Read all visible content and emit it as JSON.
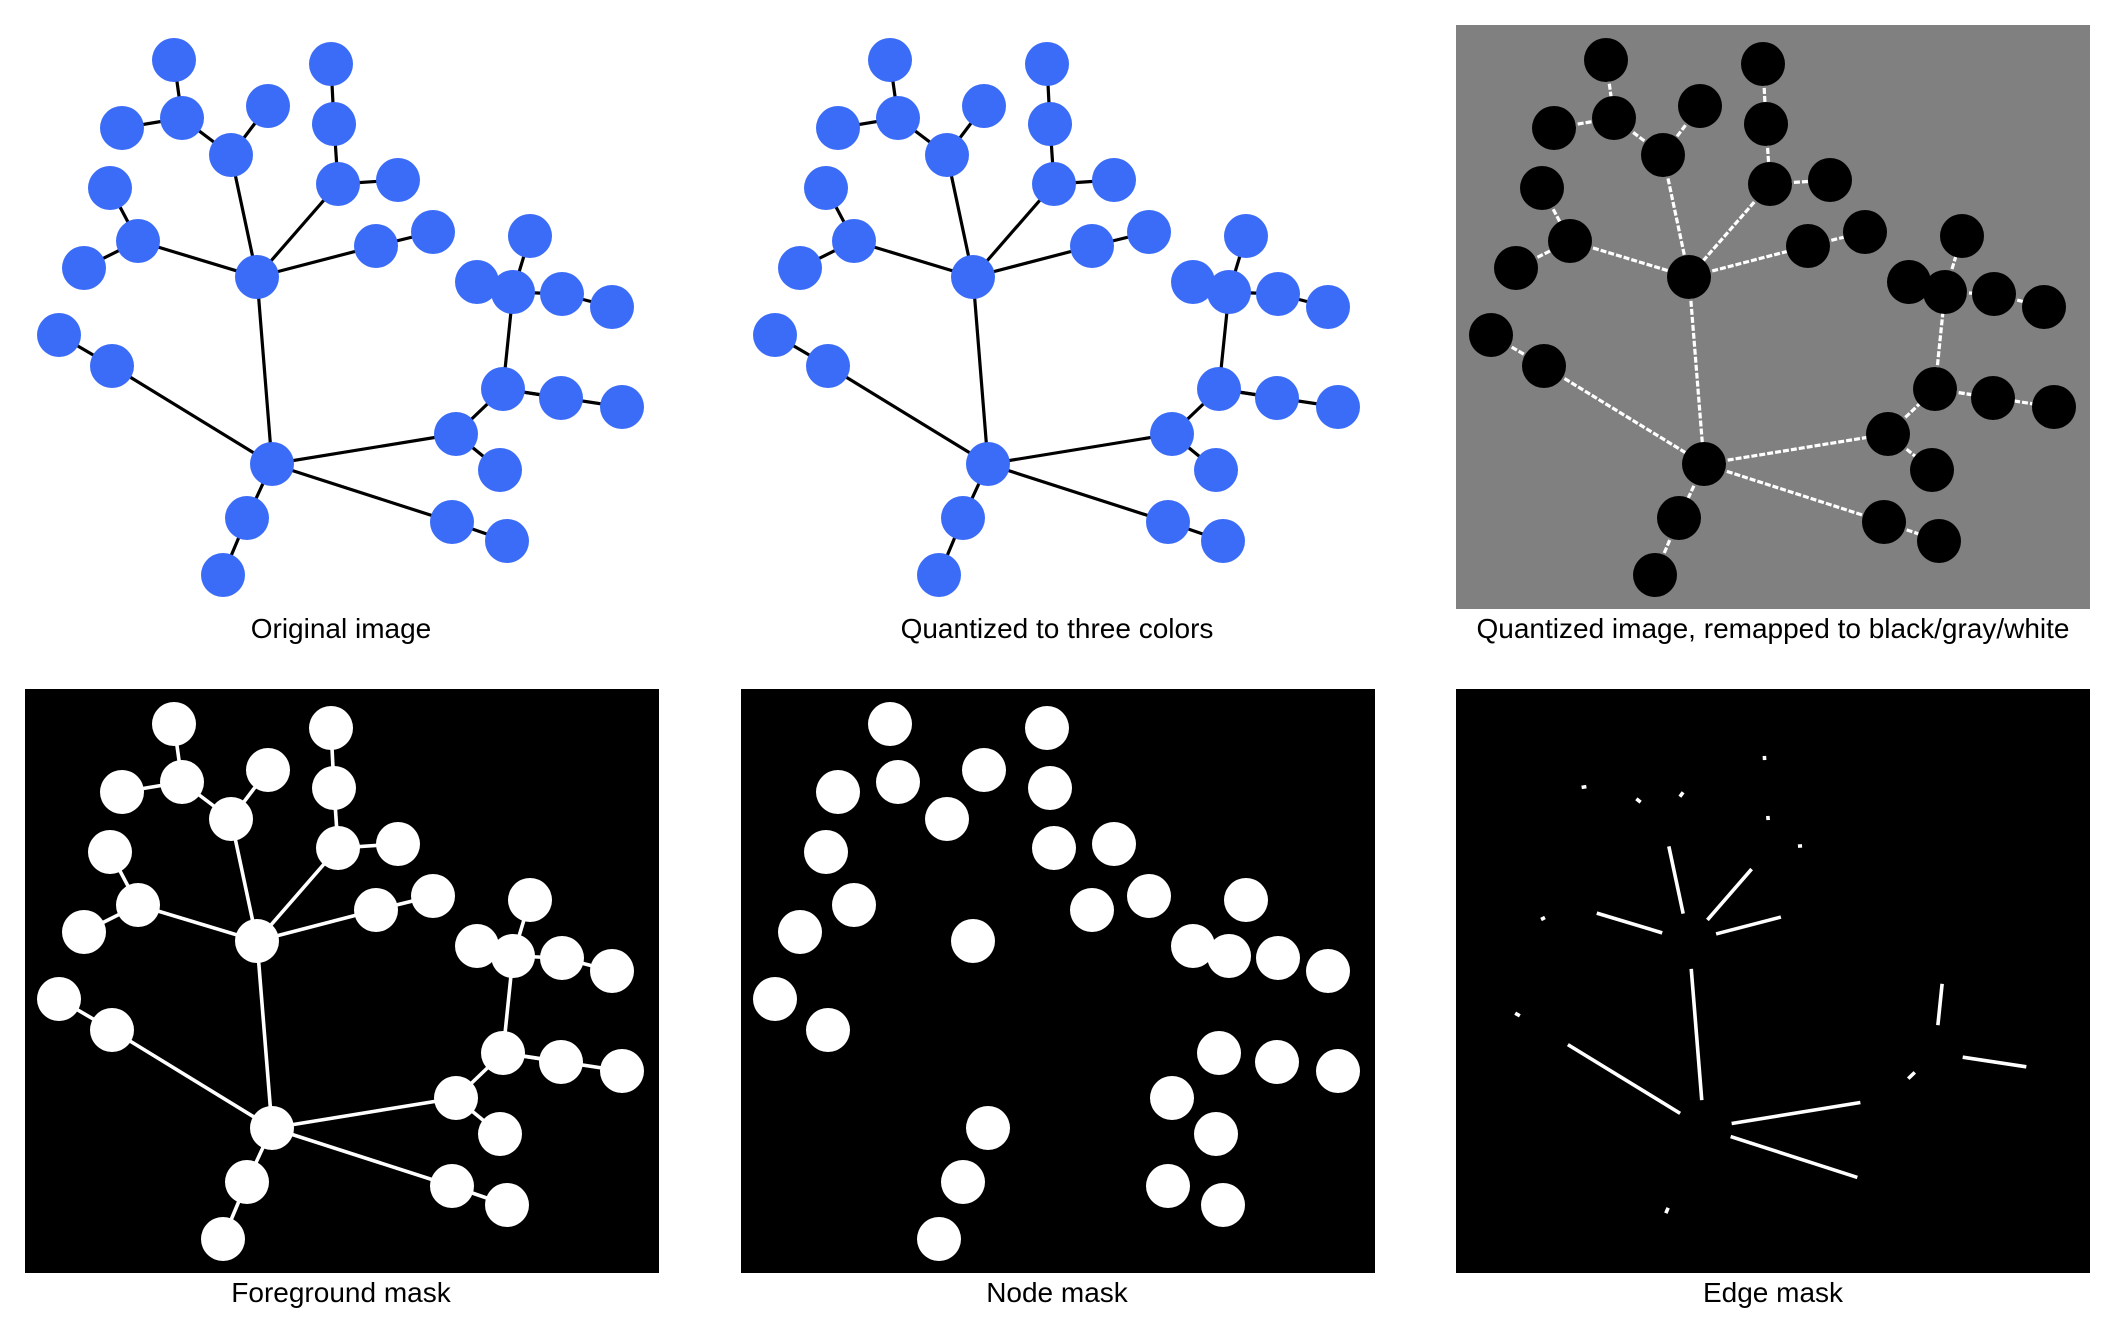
{
  "colors": {
    "node_blue": "#3b6cf8",
    "edge_black": "#000000",
    "background_white": "#ffffff",
    "background_gray": "#808080",
    "mask_black": "#000000",
    "mask_white": "#ffffff"
  },
  "panels": [
    {
      "caption": "Original image",
      "style": "original"
    },
    {
      "caption": "Quantized to three colors",
      "style": "quantized"
    },
    {
      "caption": "Quantized image, remapped to black/gray/white",
      "style": "remapped"
    },
    {
      "caption": "Foreground mask",
      "style": "foreground"
    },
    {
      "caption": "Node mask",
      "style": "nodes"
    },
    {
      "caption": "Edge mask",
      "style": "edges"
    }
  ]
}
